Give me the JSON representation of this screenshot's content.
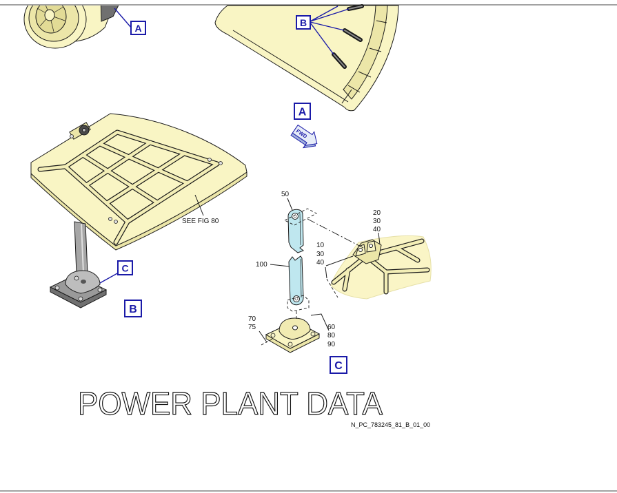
{
  "callouts": {
    "a_top": "A",
    "b_top": "B",
    "a_view": "A",
    "c_left": "C",
    "b_view": "B",
    "c_view": "C"
  },
  "fwd_label": "FWD",
  "see_fig": "SEE FIG 80",
  "item_numbers": {
    "link_upper": "50",
    "fitting_upper": [
      "20",
      "30",
      "40"
    ],
    "fitting_lower": [
      "10",
      "30",
      "40"
    ],
    "link_lower": "100",
    "base_left": [
      "70",
      "75"
    ],
    "base_right": [
      "60",
      "80",
      "90"
    ]
  },
  "title": "POWER PLANT DATA",
  "drawing_number": "N_PC_783245_81_B_01_00",
  "colors": {
    "callout_blue": "#1a1aa8",
    "part_yellow": "#f9f5c4",
    "link_cyan": "#bfe7ef",
    "fitting_gray": "#a6a6a6"
  }
}
